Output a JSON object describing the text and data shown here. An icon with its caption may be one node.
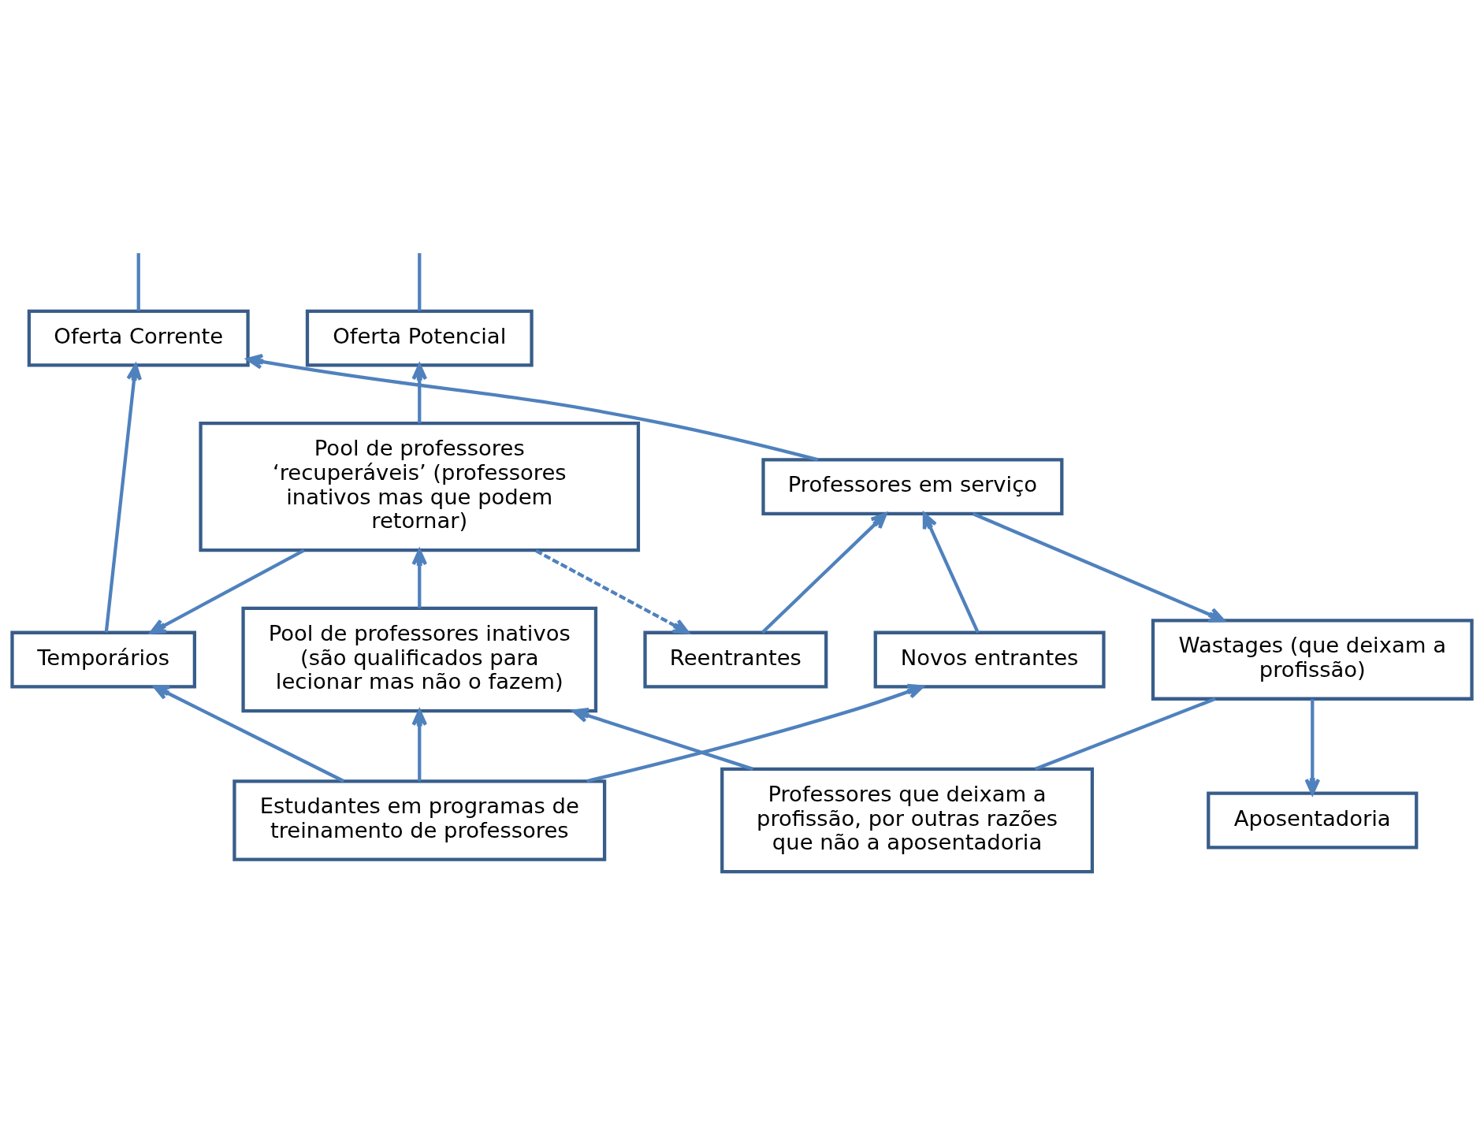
{
  "diagram": {
    "nodes": [
      {
        "text": [
          "Oferta Potencial"
        ]
      },
      {
        "text": [
          "Oferta Corrente"
        ]
      },
      {
        "text": [
          "Pool de professores ‘recuperáveis’ (professores inativos mas que podem retornar)"
        ]
      },
      {
        "text": [
          "Professores em serviço"
        ]
      },
      {
        "text": [
          "Novos entrantes"
        ]
      },
      {
        "text": [
          "Reentrantes"
        ]
      },
      {
        "text": [
          "Pool de professores inativos (são qualificados para lecionar mas não o fazem)"
        ]
      },
      {
        "text": [
          "Temporários"
        ]
      },
      {
        "text": [
          "Estudantes em programas de treinamento de professores"
        ]
      },
      {
        "text": [
          "Wastages (que deixam a profissão)"
        ]
      },
      {
        "text": [
          "Aposentadoria"
        ]
      },
      {
        "text": [
          "Professores que deixam a profissão, por outras razões que não a aposentadoria"
        ]
      }
    ],
    "edges": [
      {
        "from": null,
        "to": 0,
        "arrow": "none"
      },
      {
        "from": null,
        "to": 1,
        "arrow": "none"
      },
      {
        "from": 2,
        "to": 0,
        "arrow": "to"
      },
      {
        "from": 3,
        "to": 1,
        "arrow": "to"
      },
      {
        "from": 7,
        "to": 1,
        "arrow": "to"
      },
      {
        "from": 6,
        "to": 2,
        "arrow": "to"
      },
      {
        "from": 2,
        "to": 7,
        "arrow": "to"
      },
      {
        "from": 2,
        "to": 5,
        "arrow": "to",
        "style": "dashed"
      },
      {
        "from": 4,
        "to": 3,
        "arrow": "to"
      },
      {
        "from": 5,
        "to": 3,
        "arrow": "to"
      },
      {
        "from": 3,
        "to": 9,
        "arrow": "to"
      },
      {
        "from": 8,
        "to": 7,
        "arrow": "to"
      },
      {
        "from": 8,
        "to": 4,
        "arrow": "to"
      },
      {
        "from": 8,
        "to": 6,
        "arrow": "to"
      },
      {
        "from": 11,
        "to": 6,
        "arrow": "to"
      },
      {
        "from": 9,
        "to": 11,
        "arrow": "none"
      },
      {
        "from": 9,
        "to": 10,
        "arrow": "to"
      }
    ]
  }
}
